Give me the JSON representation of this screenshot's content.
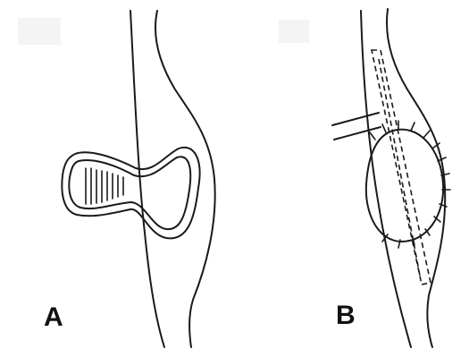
{
  "figure": {
    "panels": [
      {
        "id": "A",
        "label": "A"
      },
      {
        "id": "B",
        "label": "B"
      }
    ],
    "colors": {
      "ink": "#1a1a1a",
      "background": "#ffffff"
    }
  }
}
